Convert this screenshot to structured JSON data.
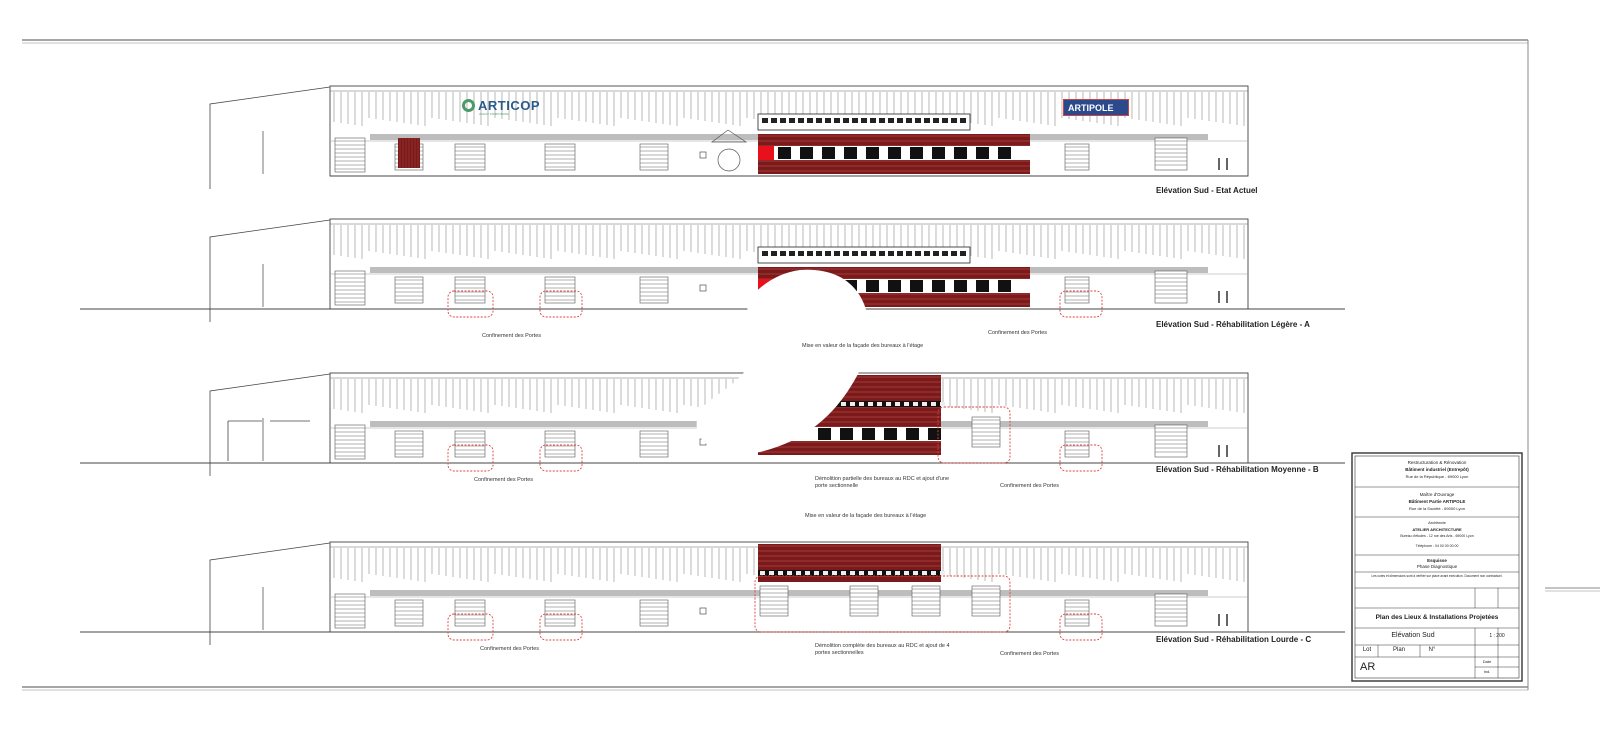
{
  "logos": {
    "articop": "ARTICOP",
    "articop_sub": "ACHAT CORPORATE",
    "artipole": "ARTIPOLE"
  },
  "elevations": [
    {
      "title": "Elévation Sud - Etat Actuel",
      "annotations": []
    },
    {
      "title": "Elévation Sud - Réhabilitation Légère - A",
      "annotations": [
        "Confinement des Portes",
        "Confinement des Portes",
        "Mise en valeur de la façade des bureaux à l'étage"
      ]
    },
    {
      "title": "Elévation Sud - Réhabilitation Moyenne - B",
      "annotations": [
        "Confinement des Portes",
        "Démolition partielle des bureaux au RDC et ajout d'une porte sectionnelle",
        "Confinement des Portes"
      ]
    },
    {
      "title": "Elévation Sud - Réhabilitation Lourde - C",
      "annotations": [
        "Mise en valeur de la façade des bureaux à l'étage",
        "Confinement des Portes",
        "Démolition complète des bureaux au RDC et ajout de 4 portes sectionnelles",
        "Confinement des Portes"
      ]
    }
  ],
  "title_block": {
    "project_lines": [
      "Restructuration & Rénovation",
      "Bâtiment industriel (Entrepôt)",
      "Rue de la République - 69000 Lyon"
    ],
    "client_lines": [
      "Maître d'Ouvrage",
      "Bâtiment Partie ARTIPOLE",
      "Rue de la Société - 69000 Lyon"
    ],
    "designer_lines": [
      "Architecte",
      "ATELIER ARCHITECTURE",
      "Bureau d'études - 12 rue des Arts - 69000 Lyon",
      "Téléphone : 04 00 00 00 00"
    ],
    "phase_lines": [
      "Esquisse",
      "Phase Diagnostique"
    ],
    "note": "Les cotes et dimensions sont à vérifier sur place avant exécution. Document non contractuel.",
    "drawing_title": "Plan des Lieux & Installations Projetées",
    "sheet_name": "Elévation Sud",
    "scale": "1 : 200",
    "lot_label": "Lot",
    "plan_label": "Plan",
    "number_label": "N°",
    "code": "AR",
    "date_label": "Date",
    "index_label": "Ind."
  }
}
